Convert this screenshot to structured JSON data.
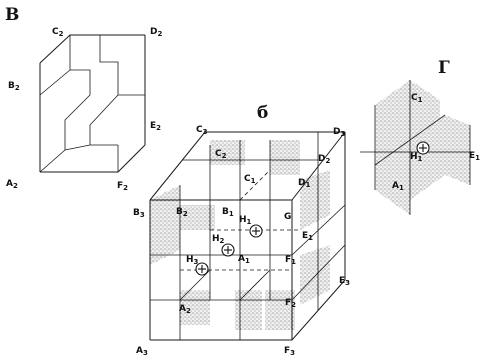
{
  "panels": {
    "v": {
      "title": "В",
      "labels": {
        "C2": "C",
        "C2s": "2",
        "D2": "D",
        "D2s": "2",
        "B2": "B",
        "B2s": "2",
        "E2": "E",
        "E2s": "2",
        "A2": "A",
        "A2s": "2",
        "F2": "F",
        "F2s": "2"
      }
    },
    "b": {
      "title": "б",
      "labels": {
        "C3": "C",
        "C3s": "3",
        "D3": "D",
        "D3s": "3",
        "C2": "C",
        "C2s": "2",
        "D2": "D",
        "D2s": "2",
        "C1": "C",
        "C1s": "1",
        "D1": "D",
        "D1s": "1",
        "B3": "B",
        "B3s": "3",
        "B2": "B",
        "B2s": "2",
        "B1": "B",
        "B1s": "1",
        "H1": "H",
        "H1s": "1",
        "H2": "H",
        "H2s": "2",
        "H3": "H",
        "H3s": "3",
        "G": "G",
        "E1": "E",
        "E1s": "1",
        "E3": "E",
        "E3s": "3",
        "A1": "A",
        "A1s": "1",
        "A2": "A",
        "A2s": "2",
        "A3": "A",
        "A3s": "3",
        "F1": "F",
        "F1s": "1",
        "F2": "F",
        "F2s": "2",
        "F3": "F",
        "F3s": "3"
      }
    },
    "g": {
      "title": "Г",
      "labels": {
        "C1": "C",
        "C1s": "1",
        "H1": "H",
        "H1s": "1",
        "E1": "E",
        "E1s": "1",
        "A1": "A",
        "A1s": "1"
      }
    }
  }
}
